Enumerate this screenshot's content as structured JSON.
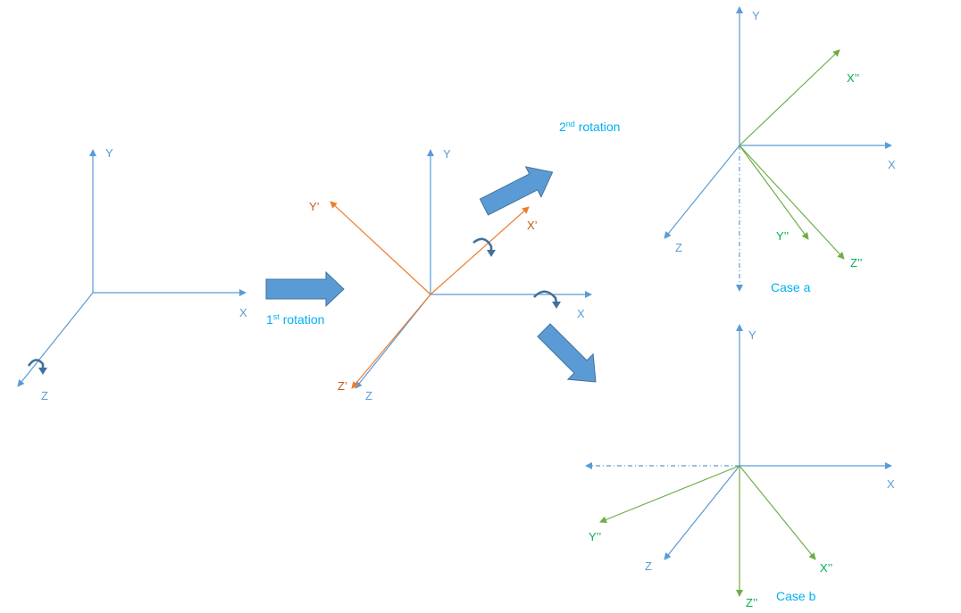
{
  "labels": {
    "f1_y": "Y",
    "f1_x": "X",
    "f1_z": "Z",
    "f2_y": "Y",
    "f2_x": "X",
    "f2_z": "Z",
    "f2_yp": "Y’",
    "f2_xp": "X’",
    "f2_zp": "Z’",
    "fa_y": "Y",
    "fa_x": "X",
    "fa_z": "Z",
    "fa_xpp": "X’’",
    "fa_ypp": "Y’’",
    "fa_zpp": "Z’’",
    "fb_y": "Y",
    "fb_x": "X",
    "fb_z": "Z",
    "fb_xpp": "X’’",
    "fb_ypp": "Y’’",
    "fb_zpp": "Z’’"
  },
  "captions": {
    "first_rotation_num": "1",
    "first_rotation_sup": "st",
    "first_rotation_text": " rotation",
    "second_rotation_num": "2",
    "second_rotation_sup": "nd",
    "second_rotation_text": " rotation",
    "case_a": "Case a",
    "case_b": "Case b"
  },
  "colors": {
    "original_axes": "#5b9bd5",
    "first_rotated_axes": "#ed7d31",
    "second_rotated_axes": "#70ad47",
    "caption": "#00b0f0",
    "block_arrow": "#5b9bd5"
  },
  "icons": [
    "rotation-arrow-icon",
    "block-arrow-icon"
  ]
}
